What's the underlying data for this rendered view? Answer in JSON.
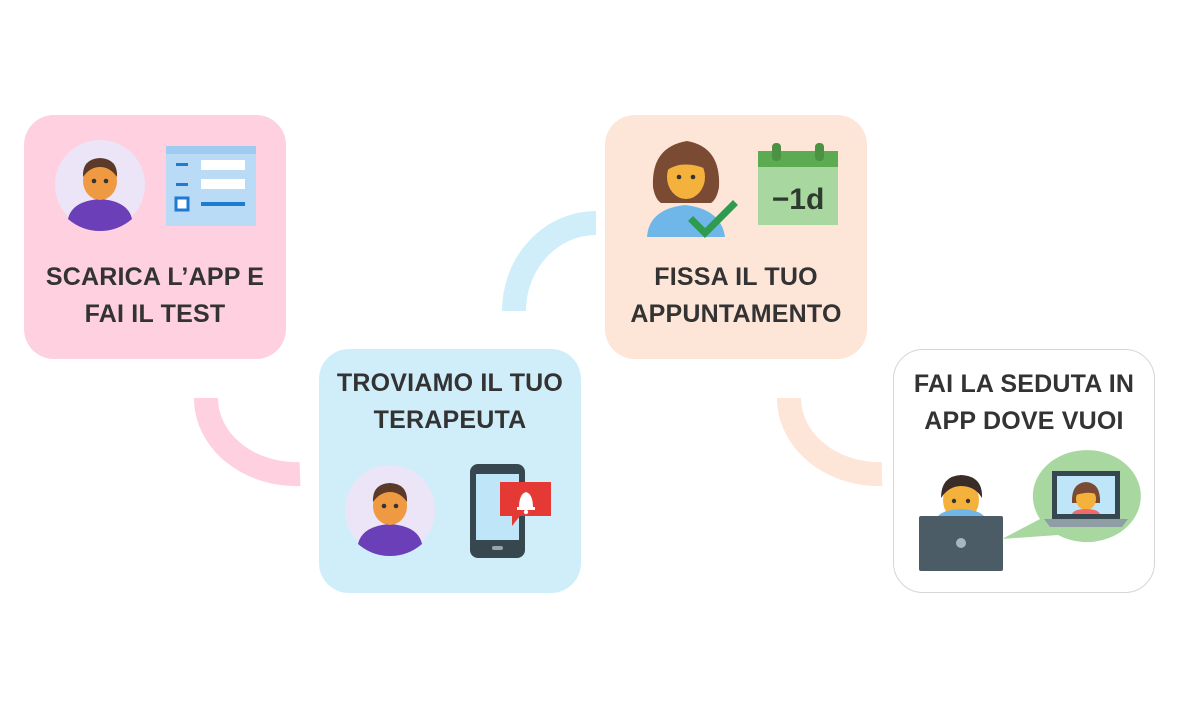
{
  "colors": {
    "step1_bg": "#ffd0e0",
    "step2_bg": "#d0eefa",
    "step3_bg": "#fde5d8",
    "step4_bg": "#ffffff",
    "connector1": "#ffd0e0",
    "connector2": "#d0eefa",
    "connector3": "#fde5d8",
    "text": "#333333"
  },
  "steps": [
    {
      "line1": "SCARICA L’APP E",
      "line2": "FAI IL TEST",
      "icons": [
        "user-avatar-icon",
        "form-list-icon"
      ]
    },
    {
      "line1": "TROVIAMO IL TUO",
      "line2": "TERAPEUTA",
      "icons": [
        "user-avatar-icon",
        "phone-notification-icon"
      ]
    },
    {
      "line1": "FISSA IL TUO",
      "line2": "APPUNTAMENTO",
      "icons": [
        "female-user-check-icon",
        "calendar-icon"
      ],
      "calendar_label": "−1d"
    },
    {
      "line1": "FAI LA SEDUTA IN",
      "line2": "APP DOVE VUOI",
      "icons": [
        "person-laptop-icon",
        "video-call-bubble-icon"
      ]
    }
  ]
}
